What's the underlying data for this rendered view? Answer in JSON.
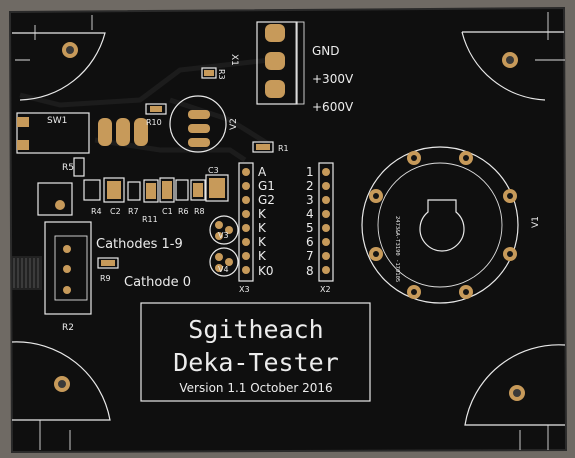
{
  "board": {
    "title": "Sgitheach",
    "subtitle": "Deka-Tester",
    "version": "Version 1.1 October 2016",
    "colors": {
      "board": "#101010",
      "silk": "#e9e9e9",
      "copper": "#c79a5a",
      "background": "#6f6a64"
    }
  },
  "connector": {
    "ref": "X1",
    "labels": [
      "GND",
      "+300V",
      "+600V"
    ]
  },
  "switch": {
    "ref": "SW1"
  },
  "regulator": {
    "ref": "V2"
  },
  "tube": {
    "ref": "V1",
    "serial": "2473&A-T3190 -170105"
  },
  "header_x3": {
    "ref": "X3",
    "pins": [
      "A",
      "G1",
      "G2",
      "K",
      "K",
      "K",
      "K",
      "K0"
    ]
  },
  "header_x2": {
    "ref": "X2",
    "pins": [
      "1",
      "2",
      "3",
      "4",
      "5",
      "6",
      "7",
      "8"
    ]
  },
  "cathodes": {
    "label_a": "Cathodes 1-9",
    "label_b": "Cathode 0",
    "ref_a": "V3",
    "ref_b": "V4"
  },
  "pot": {
    "ref": "R2"
  },
  "resistors": {
    "r1": "R1",
    "r3": "R3",
    "r5": "R5",
    "r9": "R9",
    "r10": "R10",
    "r4": "R4",
    "r7": "R7",
    "r11": "R11",
    "r6": "R6",
    "r8": "R8"
  },
  "caps": {
    "c2": "C2",
    "c1": "C1",
    "c3": "C3"
  }
}
